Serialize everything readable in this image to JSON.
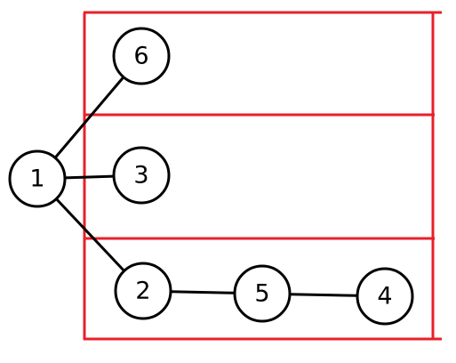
{
  "colors": {
    "box": "#e8202a",
    "edge": "#000000",
    "node_fill": "#ffffff"
  },
  "nodes": [
    {
      "id": "1",
      "label": "1"
    },
    {
      "id": "6",
      "label": "6"
    },
    {
      "id": "3",
      "label": "3"
    },
    {
      "id": "2",
      "label": "2"
    },
    {
      "id": "5",
      "label": "5"
    },
    {
      "id": "4",
      "label": "4"
    }
  ],
  "edges": [
    {
      "from": "1",
      "to": "6"
    },
    {
      "from": "1",
      "to": "3"
    },
    {
      "from": "1",
      "to": "2"
    },
    {
      "from": "2",
      "to": "5"
    },
    {
      "from": "5",
      "to": "4"
    }
  ],
  "groups": [
    {
      "id": "top",
      "members": [
        "6"
      ]
    },
    {
      "id": "middle",
      "members": [
        "3"
      ]
    },
    {
      "id": "bottom",
      "members": [
        "2",
        "5",
        "4"
      ]
    }
  ]
}
